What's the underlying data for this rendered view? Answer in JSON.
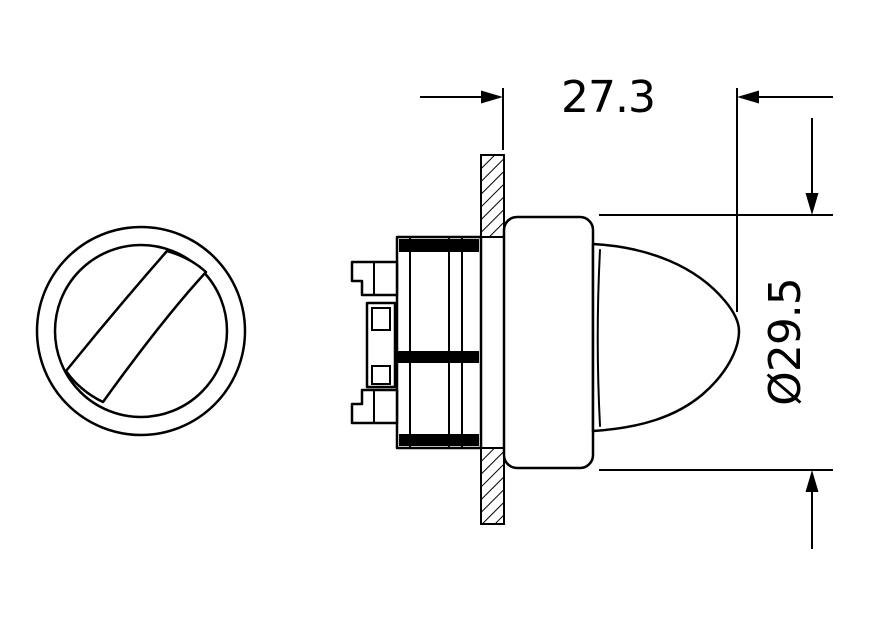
{
  "drawing": {
    "type": "technical-dimension-drawing",
    "subject": "rotary-selector-switch",
    "colors": {
      "line": "#000000",
      "background": "#ffffff",
      "fill": "#ffffff"
    },
    "dimensions": {
      "projection_width": "27.3",
      "bezel_diameter": "Ø29.5"
    }
  }
}
